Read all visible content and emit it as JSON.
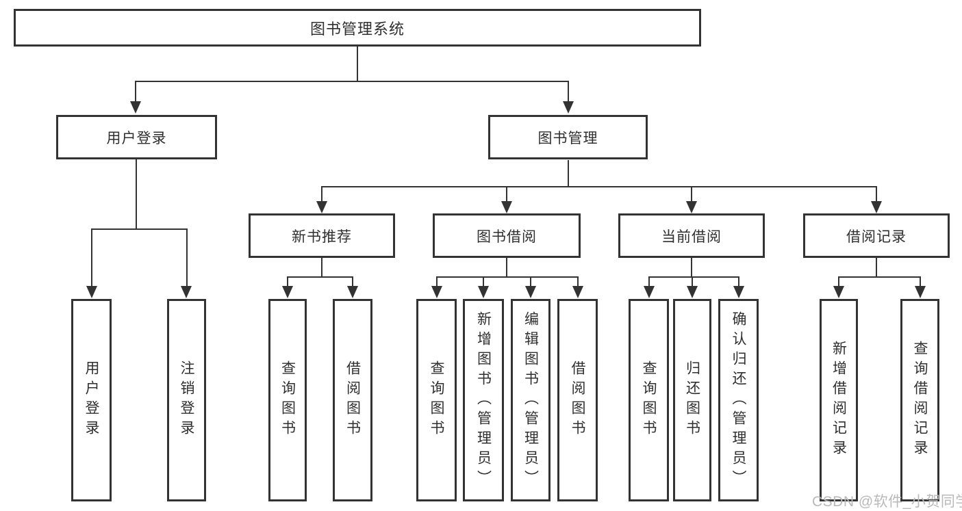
{
  "diagram": {
    "root": "图书管理系统",
    "level2": {
      "user_login": "用户登录",
      "book_mgmt": "图书管理"
    },
    "level3": {
      "new_books": "新书推荐",
      "book_borrow": "图书借阅",
      "current_borrow": "当前借阅",
      "borrow_records": "借阅记录"
    },
    "leaves": {
      "user_login": [
        "用户登录",
        "注销登录"
      ],
      "new_books": [
        "查询图书",
        "借阅图书"
      ],
      "book_borrow": [
        "查询图书",
        "新增图书（管理员）",
        "编辑图书（管理员）",
        "借阅图书"
      ],
      "current_borrow": [
        "查询图书",
        "归还图书",
        "确认归还（管理员）"
      ],
      "borrow_records": [
        "新增借阅记录",
        "查询借阅记录"
      ]
    },
    "watermark": "CSDN @软件_小贺同学",
    "colors": {
      "line": "#333333",
      "text": "#2f2f2f",
      "watermark": "#b9b9b9",
      "background": "#ffffff"
    }
  }
}
